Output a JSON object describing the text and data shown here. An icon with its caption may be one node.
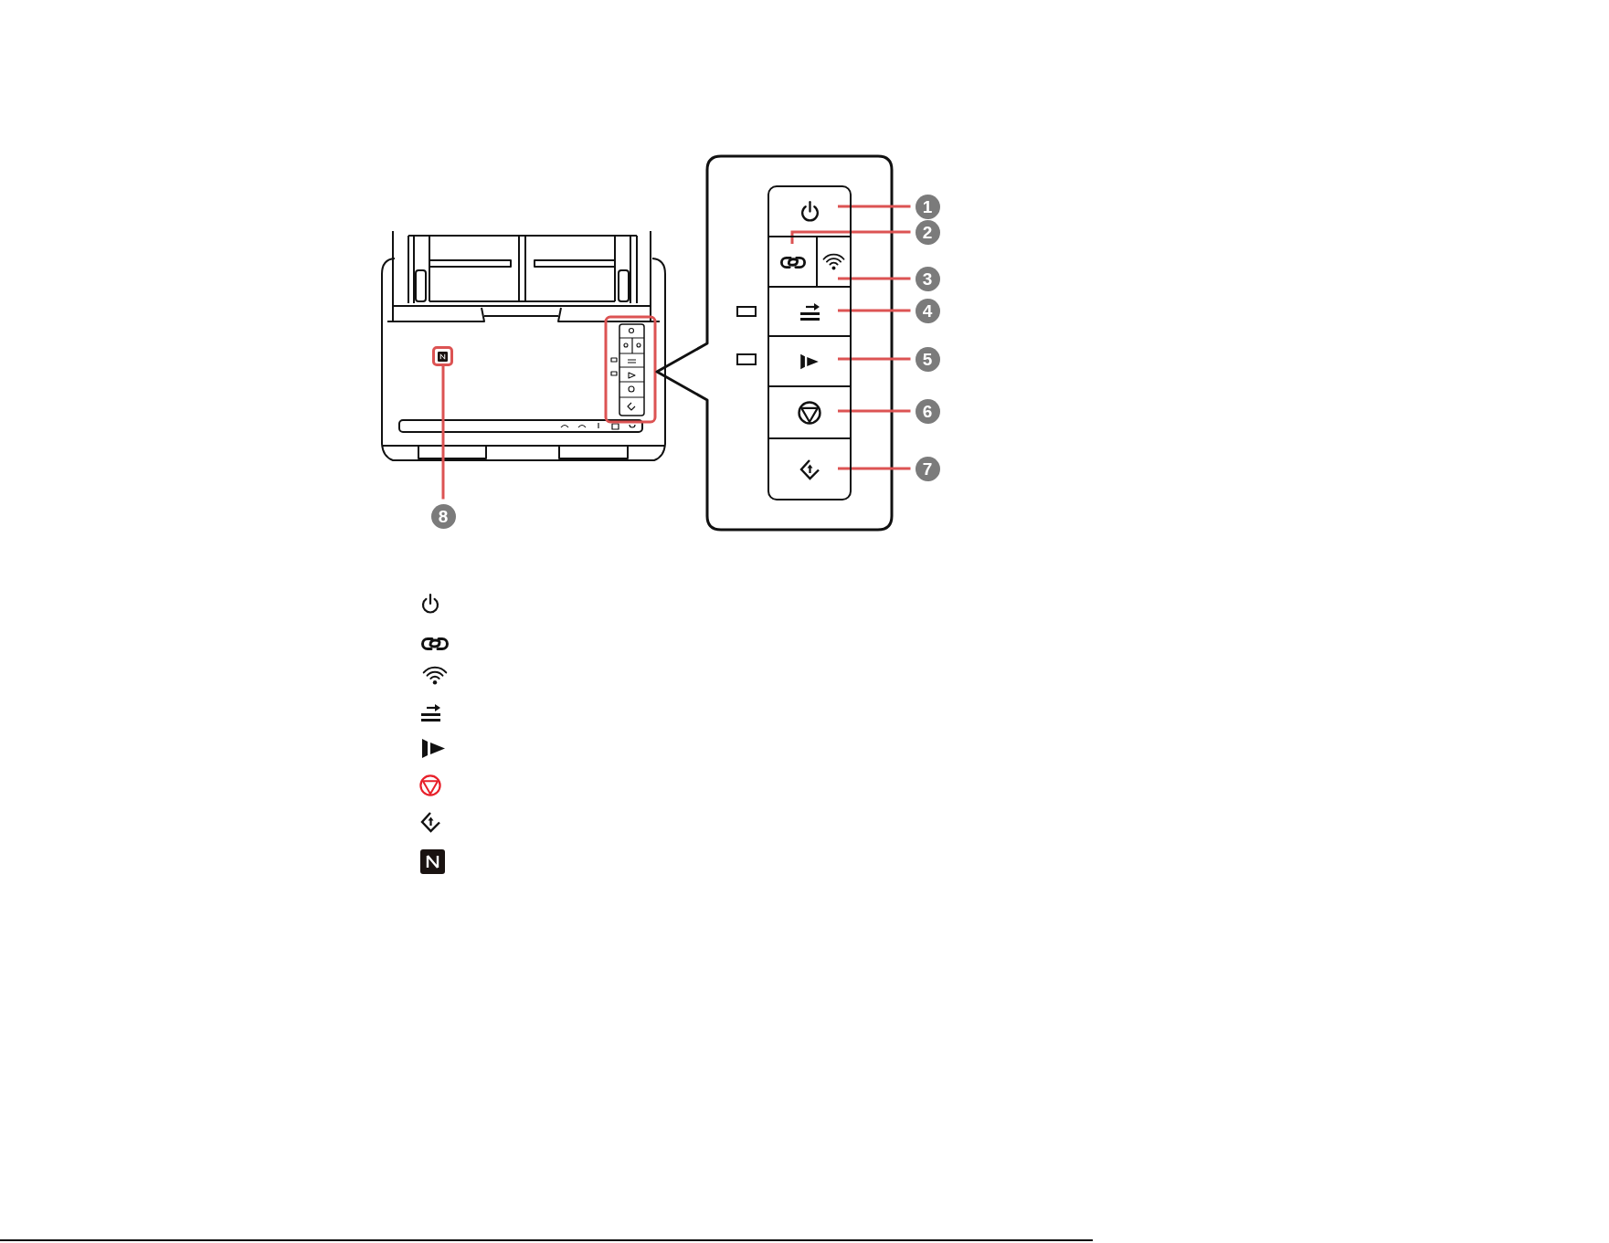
{
  "diagram": {
    "nodes": [
      {
        "text": [
          "1"
        ]
      },
      {
        "text": [
          "2"
        ]
      },
      {
        "text": [
          "3"
        ]
      },
      {
        "text": [
          "4"
        ]
      },
      {
        "text": [
          "5"
        ]
      },
      {
        "text": [
          "6"
        ]
      },
      {
        "text": [
          "7"
        ]
      },
      {
        "text": [
          "8"
        ]
      },
      {
        "text": [],
        "shape": "box"
      },
      {
        "text": [],
        "shape": "box"
      },
      {
        "text": [],
        "shape": "box"
      },
      {
        "text": [],
        "shape": "box"
      },
      {
        "text": [],
        "shape": "box"
      },
      {
        "text": [],
        "shape": "box"
      },
      {
        "text": [],
        "shape": "box"
      },
      {
        "text": [],
        "shape": "box"
      }
    ],
    "edges": [
      {
        "from": 0,
        "to": 8,
        "arrow": "none"
      },
      {
        "from": 1,
        "to": 9,
        "arrow": "none"
      },
      {
        "from": 2,
        "to": 10,
        "arrow": "none"
      },
      {
        "from": 3,
        "to": 11,
        "arrow": "none"
      },
      {
        "from": 4,
        "to": 12,
        "arrow": "none"
      },
      {
        "from": 5,
        "to": 13,
        "arrow": "none"
      },
      {
        "from": 6,
        "to": 14,
        "arrow": "none"
      },
      {
        "from": 7,
        "to": 15,
        "arrow": "none"
      }
    ]
  }
}
